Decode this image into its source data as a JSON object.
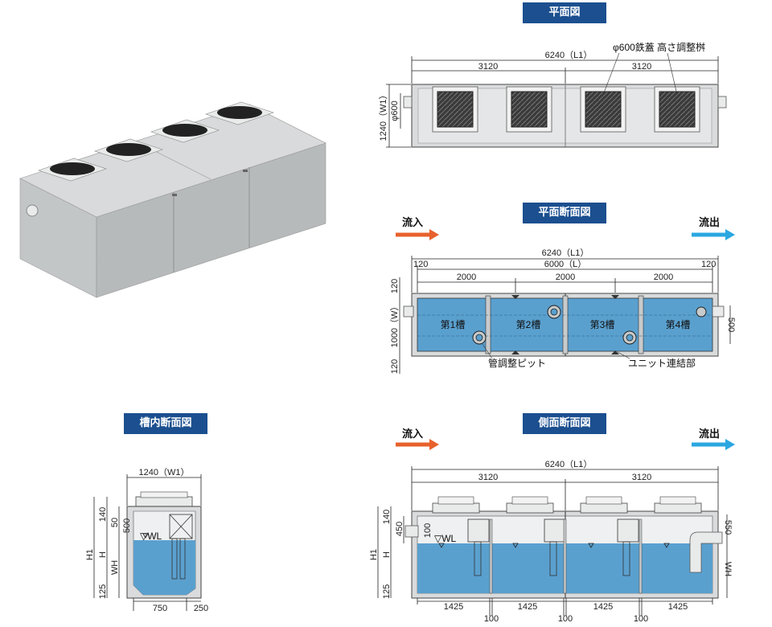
{
  "titles": {
    "plan": "平面図",
    "plan_section": "平面断面図",
    "tank_section": "槽内断面図",
    "side_section": "側面断面図"
  },
  "flow": {
    "inflow": "流入",
    "outflow": "流出"
  },
  "colors": {
    "badge": "#1b4f8f",
    "water": "#5aa0cf",
    "inflow_arrow": "#e8612c",
    "outflow_arrow": "#2aa7e0",
    "concrete": "#d4d6d7"
  },
  "plan": {
    "overall": "6240（L1）",
    "half_left": "3120",
    "half_right": "3120",
    "width": "1240（W1）",
    "lid": "φ600",
    "note": "φ600鉄蓋 高さ調整桝"
  },
  "plan_section": {
    "overall": "6240（L1）",
    "inner": "6000（L）",
    "wall_left": "120",
    "wall_right": "120",
    "bay1": "2000",
    "bay2": "2000",
    "bay3": "2000",
    "top_wall": "120",
    "bottom_wall": "120",
    "inner_width": "1000（W）",
    "pipe": "500",
    "chambers": [
      "第1槽",
      "第2槽",
      "第3槽",
      "第4槽"
    ],
    "label_pit": "管調整ピット",
    "label_unit": "ユニット連結部"
  },
  "tank_section": {
    "width": "1240（W1）",
    "top": "140",
    "d50": "50",
    "d500": "500",
    "h1": "H1",
    "h": "H",
    "wh": "WH",
    "wl": "▽WL",
    "bottom": "125",
    "base1": "750",
    "base2": "250"
  },
  "side_section": {
    "overall": "6240（L1）",
    "half_left": "3120",
    "half_right": "3120",
    "top": "140",
    "inlet": "450",
    "d100": "100",
    "outlet": "550",
    "h1": "H1",
    "h": "H",
    "wh": "WH",
    "wl": "▽WL",
    "bottom": "125",
    "bays": [
      "1425",
      "1425",
      "1425",
      "1425"
    ],
    "gaps": [
      "100",
      "100",
      "100"
    ]
  }
}
